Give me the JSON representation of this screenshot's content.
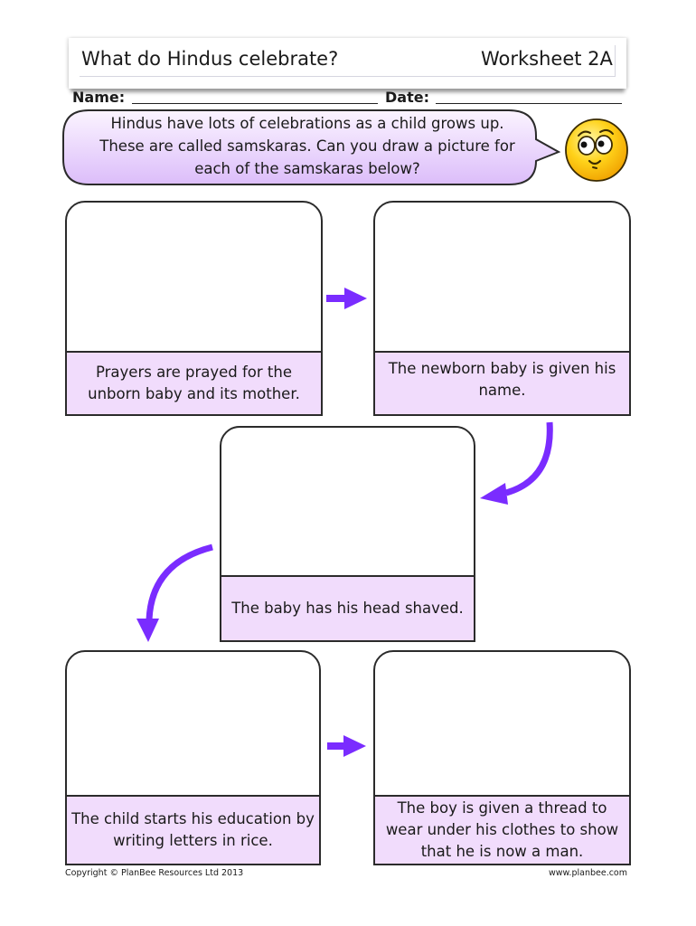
{
  "header": {
    "title": "What do Hindus celebrate?",
    "worksheet": "Worksheet 2A"
  },
  "form": {
    "name_label": "Name:",
    "date_label": "Date:"
  },
  "intro": {
    "lines": [
      "Hindus have lots of celebrations as a child grows up.",
      "These are called samskaras. Can you draw a picture for",
      "each of the samskaras below?"
    ]
  },
  "samskaras": [
    {
      "caption": "Prayers are prayed for the unborn baby and its mother."
    },
    {
      "caption": "The newborn baby is given his name."
    },
    {
      "caption": "The baby has his head shaved."
    },
    {
      "caption": "The child starts his education by writing letters in rice."
    },
    {
      "caption": "The boy is given a thread to wear under his clothes to show that he is now a man."
    }
  ],
  "icons": {
    "mascot": "smiley-face-icon",
    "arrow": "arrow-icon"
  },
  "colors": {
    "accent_purple": "#7a2cff",
    "caption_bg": "#f1dcfc",
    "bubble_top": "#fbf4ff",
    "bubble_bottom": "#dcbdfa",
    "smiley_yellow": "#ffcc00"
  },
  "footer": {
    "copyright": "Copyright © PlanBee Resources Ltd 2013",
    "website": "www.planbee.com"
  }
}
